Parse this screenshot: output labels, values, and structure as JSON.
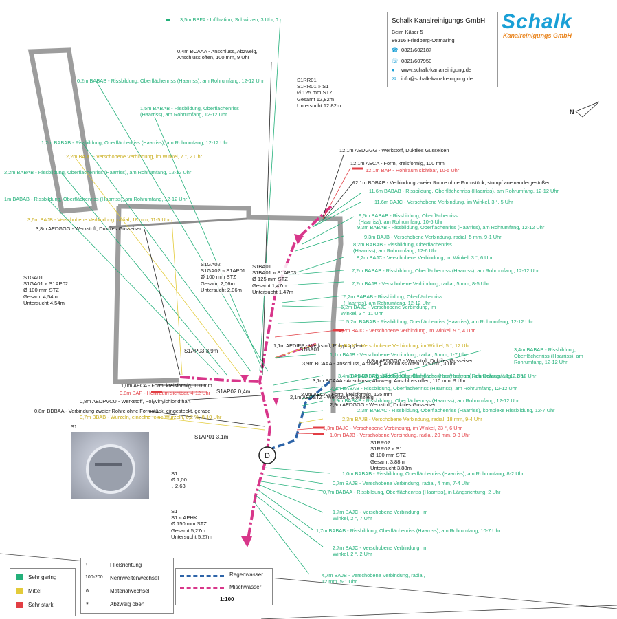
{
  "colors": {
    "green": "#23b07a",
    "yellow": "#e3cb3a",
    "red": "#e23e44",
    "blue": "#2d64a8",
    "pink": "#d8368a",
    "wall": "#8a8a8a"
  },
  "company": {
    "name": "Schalk Kanalreinigungs GmbH",
    "street": "Beim Käser 5",
    "city": "86316 Friedberg-Ottmaring",
    "phone1": "0821/602187",
    "phone2": "0821/607950",
    "web": "www.schalk-kanalreinigung.de",
    "mail": "info@schalk-kanalreinigung.de",
    "logo_big": "Schalk",
    "logo_small": "Kanalreinigungs GmbH"
  },
  "north": "N",
  "labels": [
    {
      "text": "3,5m BBFA - Infiltration, Schwitzen, 3 Uhr, ?",
      "c": "green"
    },
    {
      "text": "0,4m BCAAA - Anschluss, Abzweig, Anschluss offen, 100 mm, 9 Uhr",
      "c": "black"
    },
    {
      "text": "0,2m BABAB - Rissbildung, Oberflächenriss (Haarriss), am Rohrumfang, 12-12 Uhr",
      "c": "green"
    },
    {
      "text": "1,5m BABAB - Rissbildung, Oberflächenriss (Haarriss), am Rohrumfang, 12-12 Uhr",
      "c": "green"
    },
    {
      "text": "1,2m BABAB - Rissbildung, Oberflächenriss (Haarriss), am Rohrumfang, 12-12 Uhr",
      "c": "green"
    },
    {
      "text": "2,2m BAJC - Verschobene Verbindung, im Winkel, 7 °, 2 Uhr",
      "c": "yellow"
    },
    {
      "text": "2,2m BABAB - Rissbildung, Oberflächenriss (Haarriss), am Rohrumfang, 12-12 Uhr",
      "c": "green"
    },
    {
      "text": "1m BABAB - Rissbildung, Oberflächenriss (Haarriss), am Rohrumfang, 12-12 Uhr",
      "c": "green"
    },
    {
      "text": "3,6m BAJB - Verschobene Verbindung, radial, 18 mm, 11-5 Uhr",
      "c": "yellow"
    },
    {
      "text": "3,8m AEDGGG - Werkstoff, Duktiles Gusseisen",
      "c": "black"
    },
    {
      "text": "12,1m AEDGGG - Werkstoff, Duktiles Gusseisen",
      "c": "black"
    },
    {
      "text": "12,1m AECA - Form, kreisförmig, 100 mm",
      "c": "black"
    },
    {
      "text": "12,1m BAP - Hohlraum sichtbar, 10-5 Uhr",
      "c": "red"
    },
    {
      "text": "12,1m BDBAE - Verbindung zweier Rohre ohne Formstück, stumpf aneinandergestoßen",
      "c": "black"
    },
    {
      "text": "11,6m BABAB - Rissbildung, Oberflächenriss (Haarriss), am Rohrumfang, 12-12 Uhr",
      "c": "green"
    },
    {
      "text": "11,6m BAJC - Verschobene Verbindung, im Winkel, 3 °, 5 Uhr",
      "c": "green"
    },
    {
      "text": "9,5m BABAB - Rissbildung, Oberflächenriss (Haarriss), am Rohrumfang, 10-6 Uhr",
      "c": "green"
    },
    {
      "text": "9,3m BABAB - Rissbildung, Oberflächenriss (Haarriss), am Rohrumfang, 12-12 Uhr",
      "c": "green"
    },
    {
      "text": "9,3m BAJB - Verschobene Verbindung, radial, 5 mm, 9-1 Uhr",
      "c": "green"
    },
    {
      "text": "8,2m BABAB - Rissbildung, Oberflächenriss (Haarriss), am Rohrumfang, 12-6 Uhr",
      "c": "green"
    },
    {
      "text": "8,2m BAJC - Verschobene Verbindung, im Winkel, 3 °, 6 Uhr",
      "c": "green"
    },
    {
      "text": "7,2m BABAB - Rissbildung, Oberflächenriss (Haarriss), am Rohrumfang, 12-12 Uhr",
      "c": "green"
    },
    {
      "text": "7,2m BAJB - Verschobene Verbindung, radial, 5 mm, 8-5 Uhr",
      "c": "green"
    },
    {
      "text": "6,2m BABAB - Rissbildung, Oberflächenriss (Haarriss), am Rohrumfang, 12-12 Uhr",
      "c": "green"
    },
    {
      "text": "6,2m BAJC - Verschobene Verbindung, im Winkel, 3 °, 11 Uhr",
      "c": "green"
    },
    {
      "text": "5,2m BABAB - Rissbildung, Oberflächenriss (Haarriss), am Rohrumfang, 12-12 Uhr",
      "c": "green"
    },
    {
      "text": "4,2m BAJC - Verschobene Verbindung, im Winkel, 9 °, 4 Uhr",
      "c": "red"
    },
    {
      "text": "1,1m AEDIPP - Werkstoff, Polypropylen",
      "c": "black"
    },
    {
      "text": "1,1m BAJC - Verschobene Verbindung, im Winkel, 5 °, 12 Uhr",
      "c": "yellow"
    },
    {
      "text": "1,1m BAJB - Verschobene Verbindung, radial, 5 mm, 1-7 Uhr",
      "c": "green"
    },
    {
      "text": "3,4m BABAB - Rissbildung, Oberflächenriss (Haarriss), am Rohrumfang, 12-12 Uhr",
      "c": "green"
    },
    {
      "text": "3,9m BCAAA - Anschluss, Abzweig, Anschluss offen, 125 mm, 3 Uhr",
      "c": "black"
    },
    {
      "text": "0,8m AEDGGG - Werkstoff, Duktiles Gusseisen",
      "c": "black"
    },
    {
      "text": "3,4m BABAB - Rissbildung, Oberflächenriss (Haarriss), am Rohrumfang, 12-12 Uhr",
      "c": "green"
    },
    {
      "text": "3,1m BCAAA - Anschluss, Abzweig, Anschluss offen, 110 mm, 9 Uhr",
      "c": "black"
    },
    {
      "text": "2,9m BABAB - Rissbildung, Oberflächenriss (Haarriss), am Rohrumfang, 12-12 Uhr",
      "c": "green"
    },
    {
      "text": "2,0m AECA - Form, kreisförmig, 125 mm",
      "c": "black"
    },
    {
      "text": "2,1m AEDSTZ - Werkstoff, Steinzeug",
      "c": "black"
    },
    {
      "text": "2,9m AEDGGG - Werkstoff, Duktiles Gusseisen",
      "c": "black"
    },
    {
      "text": "2,9m BABAB - Rissbildung, Oberflächenriss (Haarriss), am Rohrumfang, 12-12 Uhr",
      "c": "green"
    },
    {
      "text": "2,3m BABAC - Rissbildung, Oberflächenriss (Haarriss), komplexe Rissbildung, 12-7 Uhr",
      "c": "green"
    },
    {
      "text": "2,3m BAJB - Verschobene Verbindung, radial, 18 mm, 9-4 Uhr",
      "c": "yellow"
    },
    {
      "text": "1,3m BAJC - Verschobene Verbindung, im Winkel, 23 °, 6 Uhr",
      "c": "red"
    },
    {
      "text": "1,0m BAJB - Verschobene Verbindung, radial, 20 mm, 9-3 Uhr",
      "c": "red"
    },
    {
      "text": "3,4m BABAB - Rissbildung, Oberflächenriss (Haarriss), am Rohrumfang, 12-12 Uhr",
      "c": "green"
    },
    {
      "text": "1,0m AECA - Form, kreisförmig, 100 mm",
      "c": "black"
    },
    {
      "text": "0,8m BAP - Hohlraum sichtbar, 4-12 Uhr",
      "c": "red"
    },
    {
      "text": "0,8m AEDPVCU - Werkstoff, Polyvinylchlorid hart",
      "c": "black"
    },
    {
      "text": "0,8m BDBAA - Verbindung zweier Rohre ohne Formstück, eingesteckt, gerade",
      "c": "black"
    },
    {
      "text": "0,7m BBAB - Wurzeln, einzelne feine Wurzeln, 0,2 %, 8-10 Uhr",
      "c": "yellow"
    },
    {
      "text": "1,0m BABAB - Rissbildung, Oberflächenriss (Haarriss), am Rohrumfang, 8-2 Uhr",
      "c": "green"
    },
    {
      "text": "0,7m BAJB - Verschobene Verbindung, radial, 4 mm, 7-4 Uhr",
      "c": "green"
    },
    {
      "text": "0,7m BABAA - Rissbildung, Oberflächenriss (Haarriss), in Längsrichtung, 2 Uhr",
      "c": "green"
    },
    {
      "text": "1,7m BAJC - Verschobene Verbindung, im Winkel, 2 °, 7 Uhr",
      "c": "green"
    },
    {
      "text": "1,7m BABAB - Rissbildung, Oberflächenriss (Haarriss), am Rohrumfang, 10-7 Uhr",
      "c": "green"
    },
    {
      "text": "2,7m BAJC - Verschobene Verbindung, im Winkel, 2 °, 2 Uhr",
      "c": "green"
    },
    {
      "text": "4,7m BAJB - Verschobene Verbindung, radial, 12 mm, 5-1 Uhr",
      "c": "green"
    }
  ],
  "boxes": [
    {
      "lines": [
        "S1RR01",
        "S1RR01 » S1",
        "Ø 125 mm STZ",
        "Gesamt 12,82m",
        "Untersucht 12,82m"
      ]
    },
    {
      "lines": [
        "S1GA02",
        "S1GA02 » S1AP01",
        "Ø 100 mm STZ",
        "Gesamt 2,06m",
        "Untersucht 2,06m"
      ]
    },
    {
      "lines": [
        "S1BA01",
        "S1BA01 » S1AP03",
        "Ø 125 mm STZ",
        "Gesamt 1,47m",
        "Untersucht 1,47m"
      ]
    },
    {
      "lines": [
        "S1GA01",
        "S1GA01 » S1AP02",
        "Ø 100 mm STZ",
        "Gesamt 4,54m",
        "Untersucht 4,54m"
      ]
    },
    {
      "lines": [
        "S1RR02",
        "S1RR02 » S1",
        "Ø 100 mm STZ",
        "Gesamt 3,88m",
        "Untersucht 3,88m"
      ]
    },
    {
      "lines": [
        "S1",
        "Ø 1,00",
        "↓ 2,63"
      ]
    },
    {
      "lines": [
        "S1",
        "S1 » APHK",
        "Ø 150 mm STZ",
        "Gesamt 5,27m",
        "Untersucht 5,27m"
      ]
    }
  ],
  "nodes": {
    "ap03": "S1AP03 3,9m",
    "ap02": "S1AP02 0,4m",
    "ap01": "S1AP01 3,1m",
    "ba01": "S1BA01",
    "photo": "S1",
    "mh": "S1"
  },
  "legend": {
    "severity": [
      {
        "label": "Sehr gering",
        "c": "green"
      },
      {
        "label": "Mittel",
        "c": "yellow"
      },
      {
        "label": "Sehr stark",
        "c": "red"
      }
    ],
    "symbols": [
      {
        "sym": "↑",
        "label": "Fließrichtung"
      },
      {
        "sym": "100›200",
        "label": "Nennweitenwechsel"
      },
      {
        "sym": "⋔",
        "label": "Materialwechsel"
      },
      {
        "sym": "↟",
        "label": "Abzweig oben"
      }
    ],
    "lines": [
      {
        "label": "Regenwasser",
        "c": "blue"
      },
      {
        "label": "Mischwasser",
        "c": "pink"
      }
    ],
    "scale": "1:100"
  }
}
